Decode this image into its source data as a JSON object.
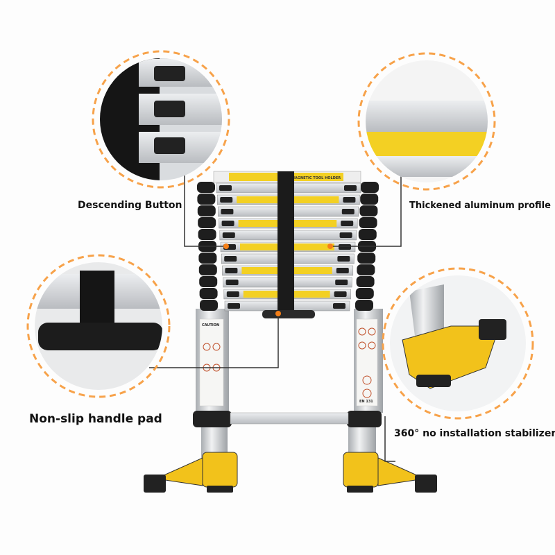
{
  "callouts": {
    "descending_button": "Descending Button",
    "aluminum_profile": "Thickened aluminum profile",
    "handle_pad": "Non-slip handle pad",
    "stabilizer": "360° no installation stabilizer"
  },
  "ladder": {
    "rung_count": 11,
    "top_label": "MAGNETIC TOOL HOLDER",
    "caution_label": "CAUTION",
    "standard_label": "EN 131"
  },
  "colors": {
    "accent_orange": "#f7a24a",
    "dot_orange": "#f57f17",
    "foot_yellow": "#f2c21b",
    "aluminum": "#d6d8da",
    "rubber": "#1e1e1e"
  }
}
